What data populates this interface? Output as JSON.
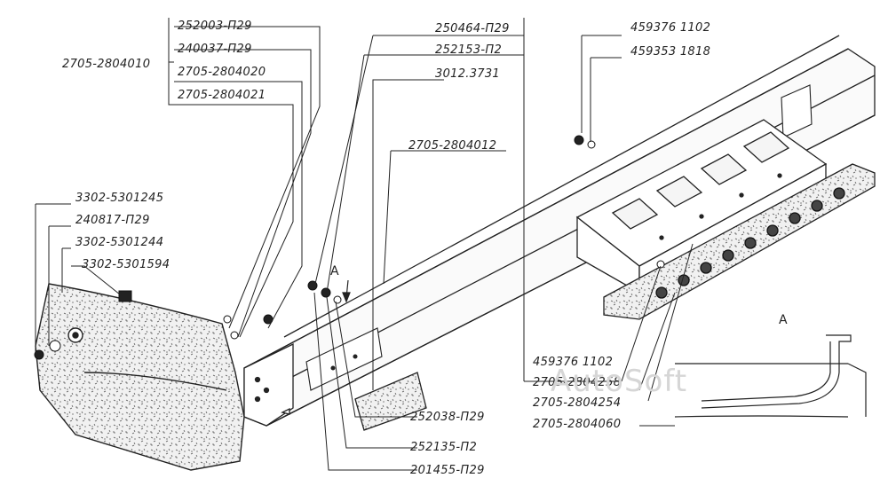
{
  "labels": {
    "l2705_2804010": "2705-2804010",
    "l252003": "252003-П29",
    "l240037": "240037-П29",
    "l2705_2804020": "2705-2804020",
    "l2705_2804021": "2705-2804021",
    "l250464": "250464-П29",
    "l252153": "252153-П2",
    "l3012": "3012.3731",
    "l2705_2804012": "2705-2804012",
    "l4593761102_top": "459376 1102",
    "l4593531818": "459353 1818",
    "l3302_5301245": "3302-5301245",
    "l240817": "240817-П29",
    "l3302_5301244": "3302-5301244",
    "l3302_5301594": "3302-5301594",
    "l4593761102_bot": "459376 1102",
    "l2705_2804258": "2705-2804258",
    "l2705_2804254": "2705-2804254",
    "l2705_2804060": "2705-2804060",
    "l252038": "252038-П29",
    "l252135": "252135-П2",
    "l201455": "201455-П29"
  },
  "view_markers": {
    "arrow_a": "A",
    "detail_a": "A"
  },
  "watermark": "AutoSoft"
}
